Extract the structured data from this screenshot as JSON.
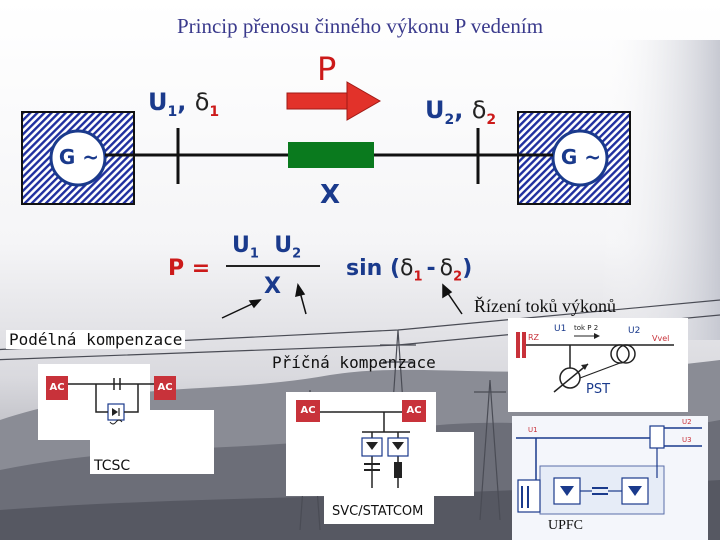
{
  "title": "Princip přenosu činného výkonu P vedením",
  "diagram": {
    "power_label": "P",
    "u1_label": "U",
    "u1_sub": "1",
    "delta1_label": "δ",
    "delta1_sub": "1",
    "u2_label": "U",
    "u2_sub": "2",
    "delta2_label": "δ",
    "delta2_sub": "2",
    "reactance_label": "X",
    "generator_left": "G ~",
    "generator_right": "G ~"
  },
  "formula": {
    "p_lhs": "P",
    "equals": "=",
    "num_u1": "U",
    "num_u1_sub": "1",
    "num_u2": "U",
    "num_u2_sub": "2",
    "denominator": "X",
    "sin_open": "sin (",
    "delta1": "δ",
    "delta1_sub": "1",
    "minus": "-",
    "delta2": "δ",
    "delta2_sub": "2",
    "close": ")"
  },
  "labels": {
    "flow_control": "Řízení toků výkonů",
    "series_comp": "Podélná kompenzace",
    "shunt_comp": "Příčná kompenzace"
  },
  "tcsc": {
    "ac_left": "AC",
    "ac_right": "AC",
    "caption": "TCSC"
  },
  "svc": {
    "ac_left": "AC",
    "ac_right": "AC",
    "caption": "SVC/STATCOM"
  },
  "pst": {
    "rz": "RZ",
    "u1": "U1",
    "tok": "tok P 2",
    "u2": "U2",
    "vvel": "Vvel",
    "caption": "PST"
  },
  "upfc": {
    "caption": "UPFC",
    "u1": "U1",
    "u2": "U2",
    "u3": "U3"
  },
  "colors": {
    "title": "#3a3a8c",
    "hatch": "#1f2f9f",
    "arrow": "#e2322a",
    "reactance": "#0a7a1e",
    "text_blue": "#1a3a8c",
    "formula_red": "#cc1a1a",
    "ac_box": "#c8323a"
  }
}
